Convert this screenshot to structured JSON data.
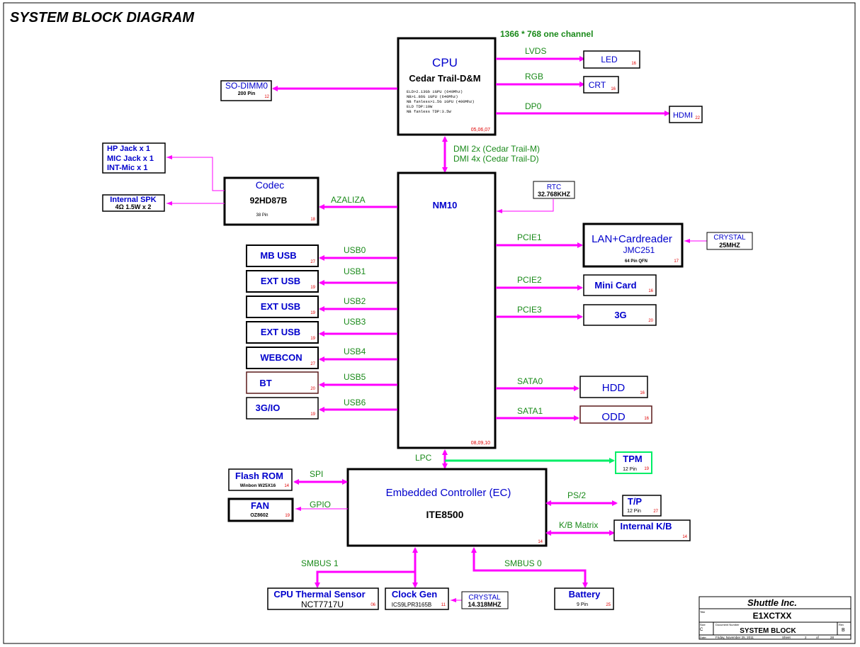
{
  "title": "SYSTEM BLOCK DIAGRAM",
  "top_note": "1366 * 768 one channel",
  "cpu": {
    "title": "CPU",
    "name": "Cedar Trail-D&M",
    "specs": [
      "ELD>2.13Gb iGPU (640Mhz)",
      "NB>1.86G iGPU (640Mhz)",
      "NB fanless>1.5G iGPU (400Mhz)",
      "ELD TDP:10W",
      "NB fanless TDP:3.5W"
    ],
    "pages": "05,06,07"
  },
  "nm10": {
    "title": "NM10",
    "pages": "08,09,10"
  },
  "dmi": [
    "DMI 2x (Cedar Trail-M)",
    "DMI 4x (Cedar Trail-D)"
  ],
  "display": [
    {
      "bus": "LVDS",
      "name": "LED",
      "page": "16"
    },
    {
      "bus": "RGB",
      "name": "CRT",
      "page": "16"
    },
    {
      "bus": "DP0",
      "name": "HDMI",
      "page": "22"
    }
  ],
  "sodimm": {
    "name": "SO-DIMM0",
    "sub": "200 Pin",
    "page": "12"
  },
  "codec": {
    "title": "Codec",
    "name": "92HD87B",
    "sub": "38 Pin",
    "page": "18",
    "bus": "AZALIZA"
  },
  "audio_jacks": [
    "HP Jack x 1",
    "MIC Jack x 1",
    "INT-Mic x 1"
  ],
  "speaker": {
    "name": "Internal SPK",
    "sub": "4Ω 1.5W x 2"
  },
  "rtc": {
    "name": "RTC",
    "freq": "32.768KHZ"
  },
  "usb": [
    {
      "bus": "USB0",
      "name": "MB USB",
      "page": "27"
    },
    {
      "bus": "USB1",
      "name": "EXT USB",
      "page": "19"
    },
    {
      "bus": "USB2",
      "name": "EXT USB",
      "page": "19"
    },
    {
      "bus": "USB3",
      "name": "EXT USB",
      "page": "19"
    },
    {
      "bus": "USB4",
      "name": "WEBCON",
      "page": "27"
    },
    {
      "bus": "USB5",
      "name": "BT",
      "page": "20"
    },
    {
      "bus": "USB6",
      "name": "3G/IO",
      "page": "19"
    }
  ],
  "lan": {
    "name": "LAN+Cardreader",
    "chip": "JMC251",
    "sub": "64 Pin QFN",
    "page": "17",
    "bus": "PCIE1"
  },
  "lan_crystal": {
    "name": "CRYSTAL",
    "freq": "25MHZ"
  },
  "pcie": [
    {
      "bus": "PCIE2",
      "name": "Mini Card",
      "page": "16"
    },
    {
      "bus": "PCIE3",
      "name": "3G",
      "page": "20"
    }
  ],
  "sata": [
    {
      "bus": "SATA0",
      "name": "HDD",
      "page": "16"
    },
    {
      "bus": "SATA1",
      "name": "ODD",
      "page": "16"
    }
  ],
  "lpc": "LPC",
  "tpm": {
    "name": "TPM",
    "sub": "12 Pin",
    "page": "19"
  },
  "ec": {
    "title": "Embedded Controller (EC)",
    "chip": "ITE8500",
    "page": "14"
  },
  "flash": {
    "name": "Flash ROM",
    "sub": "Winbon W25X16",
    "page": "14",
    "bus": "SPI"
  },
  "fan": {
    "name": "FAN",
    "sub": "OZ8602",
    "page": "19",
    "bus": "GPIO"
  },
  "tp": {
    "name": "T/P",
    "sub": "12 Pin",
    "page": "27",
    "bus": "PS/2"
  },
  "kb": {
    "name": "Internal K/B",
    "page": "14",
    "bus": "K/B Matrix"
  },
  "smbus1": "SMBUS 1",
  "smbus0": "SMBUS 0",
  "thermal": {
    "name": "CPU Thermal Sensor",
    "chip": "NCT7717U",
    "page": "06"
  },
  "clockgen": {
    "name": "Clock Gen",
    "chip": "ICS9LPR3165B",
    "page": "11"
  },
  "clk_crystal": {
    "name": "CRYSTAL",
    "freq": "14.318MHZ"
  },
  "battery": {
    "name": "Battery",
    "sub": "9 Pin",
    "page": "25"
  },
  "titleblock": {
    "company": "Shuttle Inc.",
    "title_label": "Title",
    "project": "E1XCTXX",
    "size_label": "Size",
    "size": "C",
    "docnum_label": "Document Number",
    "docname": "SYSTEM BLOCK",
    "rev_label": "Rev",
    "rev": "B",
    "date_label": "Date:",
    "date": "Friday, November 25, 2011",
    "sheet_label": "Sheet",
    "sheet": "2",
    "of_label": "of",
    "total": "28"
  },
  "colors": {
    "bus": "#ff00ff",
    "tpm_bus": "#00ee66",
    "label": "#1a8a1a",
    "name": "#0000cc",
    "page": "#e00000",
    "line": "#000000"
  }
}
